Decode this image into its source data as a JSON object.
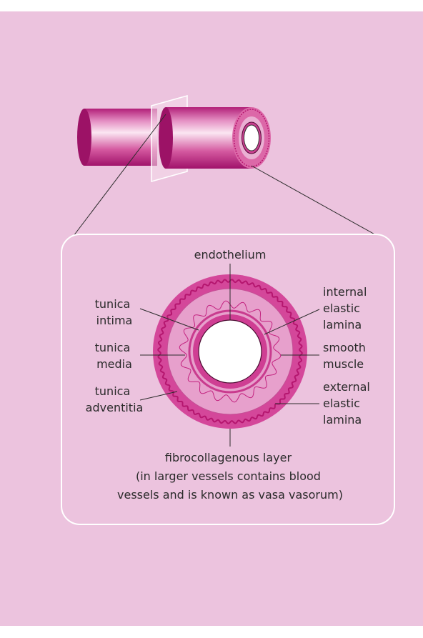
{
  "colors": {
    "background": "#ecc3de",
    "adventitia": "#d4479a",
    "media": "#e7a0cc",
    "intima": "#cf3e93",
    "lumen": "#ffffff",
    "wavy_line": "#b5166f",
    "leader_line": "#2b2b2b"
  },
  "labels": {
    "endothelium": "endothelium",
    "tunica_intima": [
      "tunica",
      "intima"
    ],
    "tunica_media": [
      "tunica",
      "media"
    ],
    "tunica_adventitia": [
      "tunica",
      "adventitia"
    ],
    "internal_elastic_lamina": [
      "internal",
      "elastic",
      "lamina"
    ],
    "smooth_muscle": [
      "smooth",
      "muscle"
    ],
    "external_elastic_lamina": [
      "external",
      "elastic",
      "lamina"
    ],
    "fibrocollagenous_layer": [
      "fibrocollagenous layer",
      "(in larger vessels contains blood",
      "vessels and is known as vasa vasorum)"
    ]
  }
}
